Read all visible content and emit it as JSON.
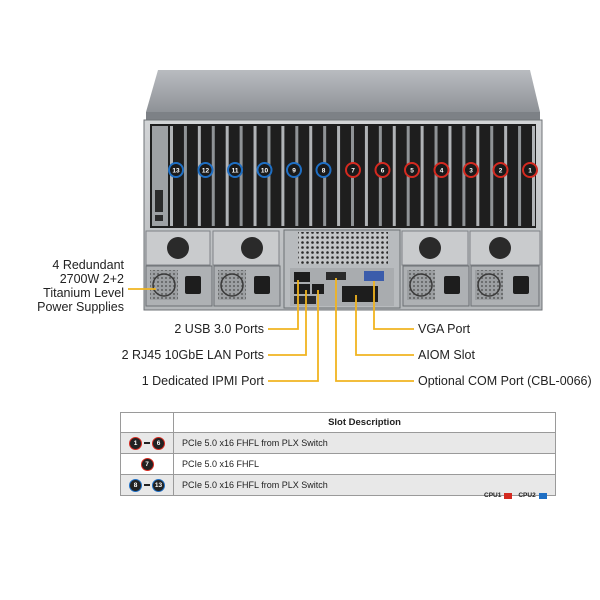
{
  "psu_label": [
    "4 Redundant",
    "2700W 2+2",
    "Titanium Level",
    "Power Supplies"
  ],
  "callouts": {
    "usb": "2 USB 3.0 Ports",
    "lan": "2 RJ45 10GbE LAN Ports",
    "ipmi": "1 Dedicated IPMI Port",
    "vga": "VGA Port",
    "aiom": "AIOM Slot",
    "com": "Optional COM Port (CBL-0066)"
  },
  "slots": [
    {
      "n": "13",
      "cpu": "cpu2"
    },
    {
      "n": "12",
      "cpu": "cpu2"
    },
    {
      "n": "11",
      "cpu": "cpu2"
    },
    {
      "n": "10",
      "cpu": "cpu2"
    },
    {
      "n": "9",
      "cpu": "cpu2"
    },
    {
      "n": "8",
      "cpu": "cpu2"
    },
    {
      "n": "7",
      "cpu": "cpu1"
    },
    {
      "n": "6",
      "cpu": "cpu1"
    },
    {
      "n": "5",
      "cpu": "cpu1"
    },
    {
      "n": "4",
      "cpu": "cpu1"
    },
    {
      "n": "3",
      "cpu": "cpu1"
    },
    {
      "n": "2",
      "cpu": "cpu1"
    },
    {
      "n": "1",
      "cpu": "cpu1"
    }
  ],
  "table": {
    "header": "Slot Description",
    "rows": [
      {
        "from": "1",
        "to": "6",
        "color": "cpu1",
        "desc": "PCIe 5.0 x16 FHFL from PLX Switch"
      },
      {
        "from": "7",
        "to": "",
        "color": "cpu1",
        "desc": "PCIe 5.0 x16 FHFL"
      },
      {
        "from": "8",
        "to": "13",
        "color": "cpu2",
        "desc": "PCIe 5.0 x16 FHFL from PLX Switch"
      }
    ]
  },
  "legend": {
    "cpu1": "CPU1",
    "cpu2": "CPU2"
  },
  "colors": {
    "cpu1": "#d42a20",
    "cpu2": "#1f6fc4",
    "callout_line": "#f0b420"
  }
}
